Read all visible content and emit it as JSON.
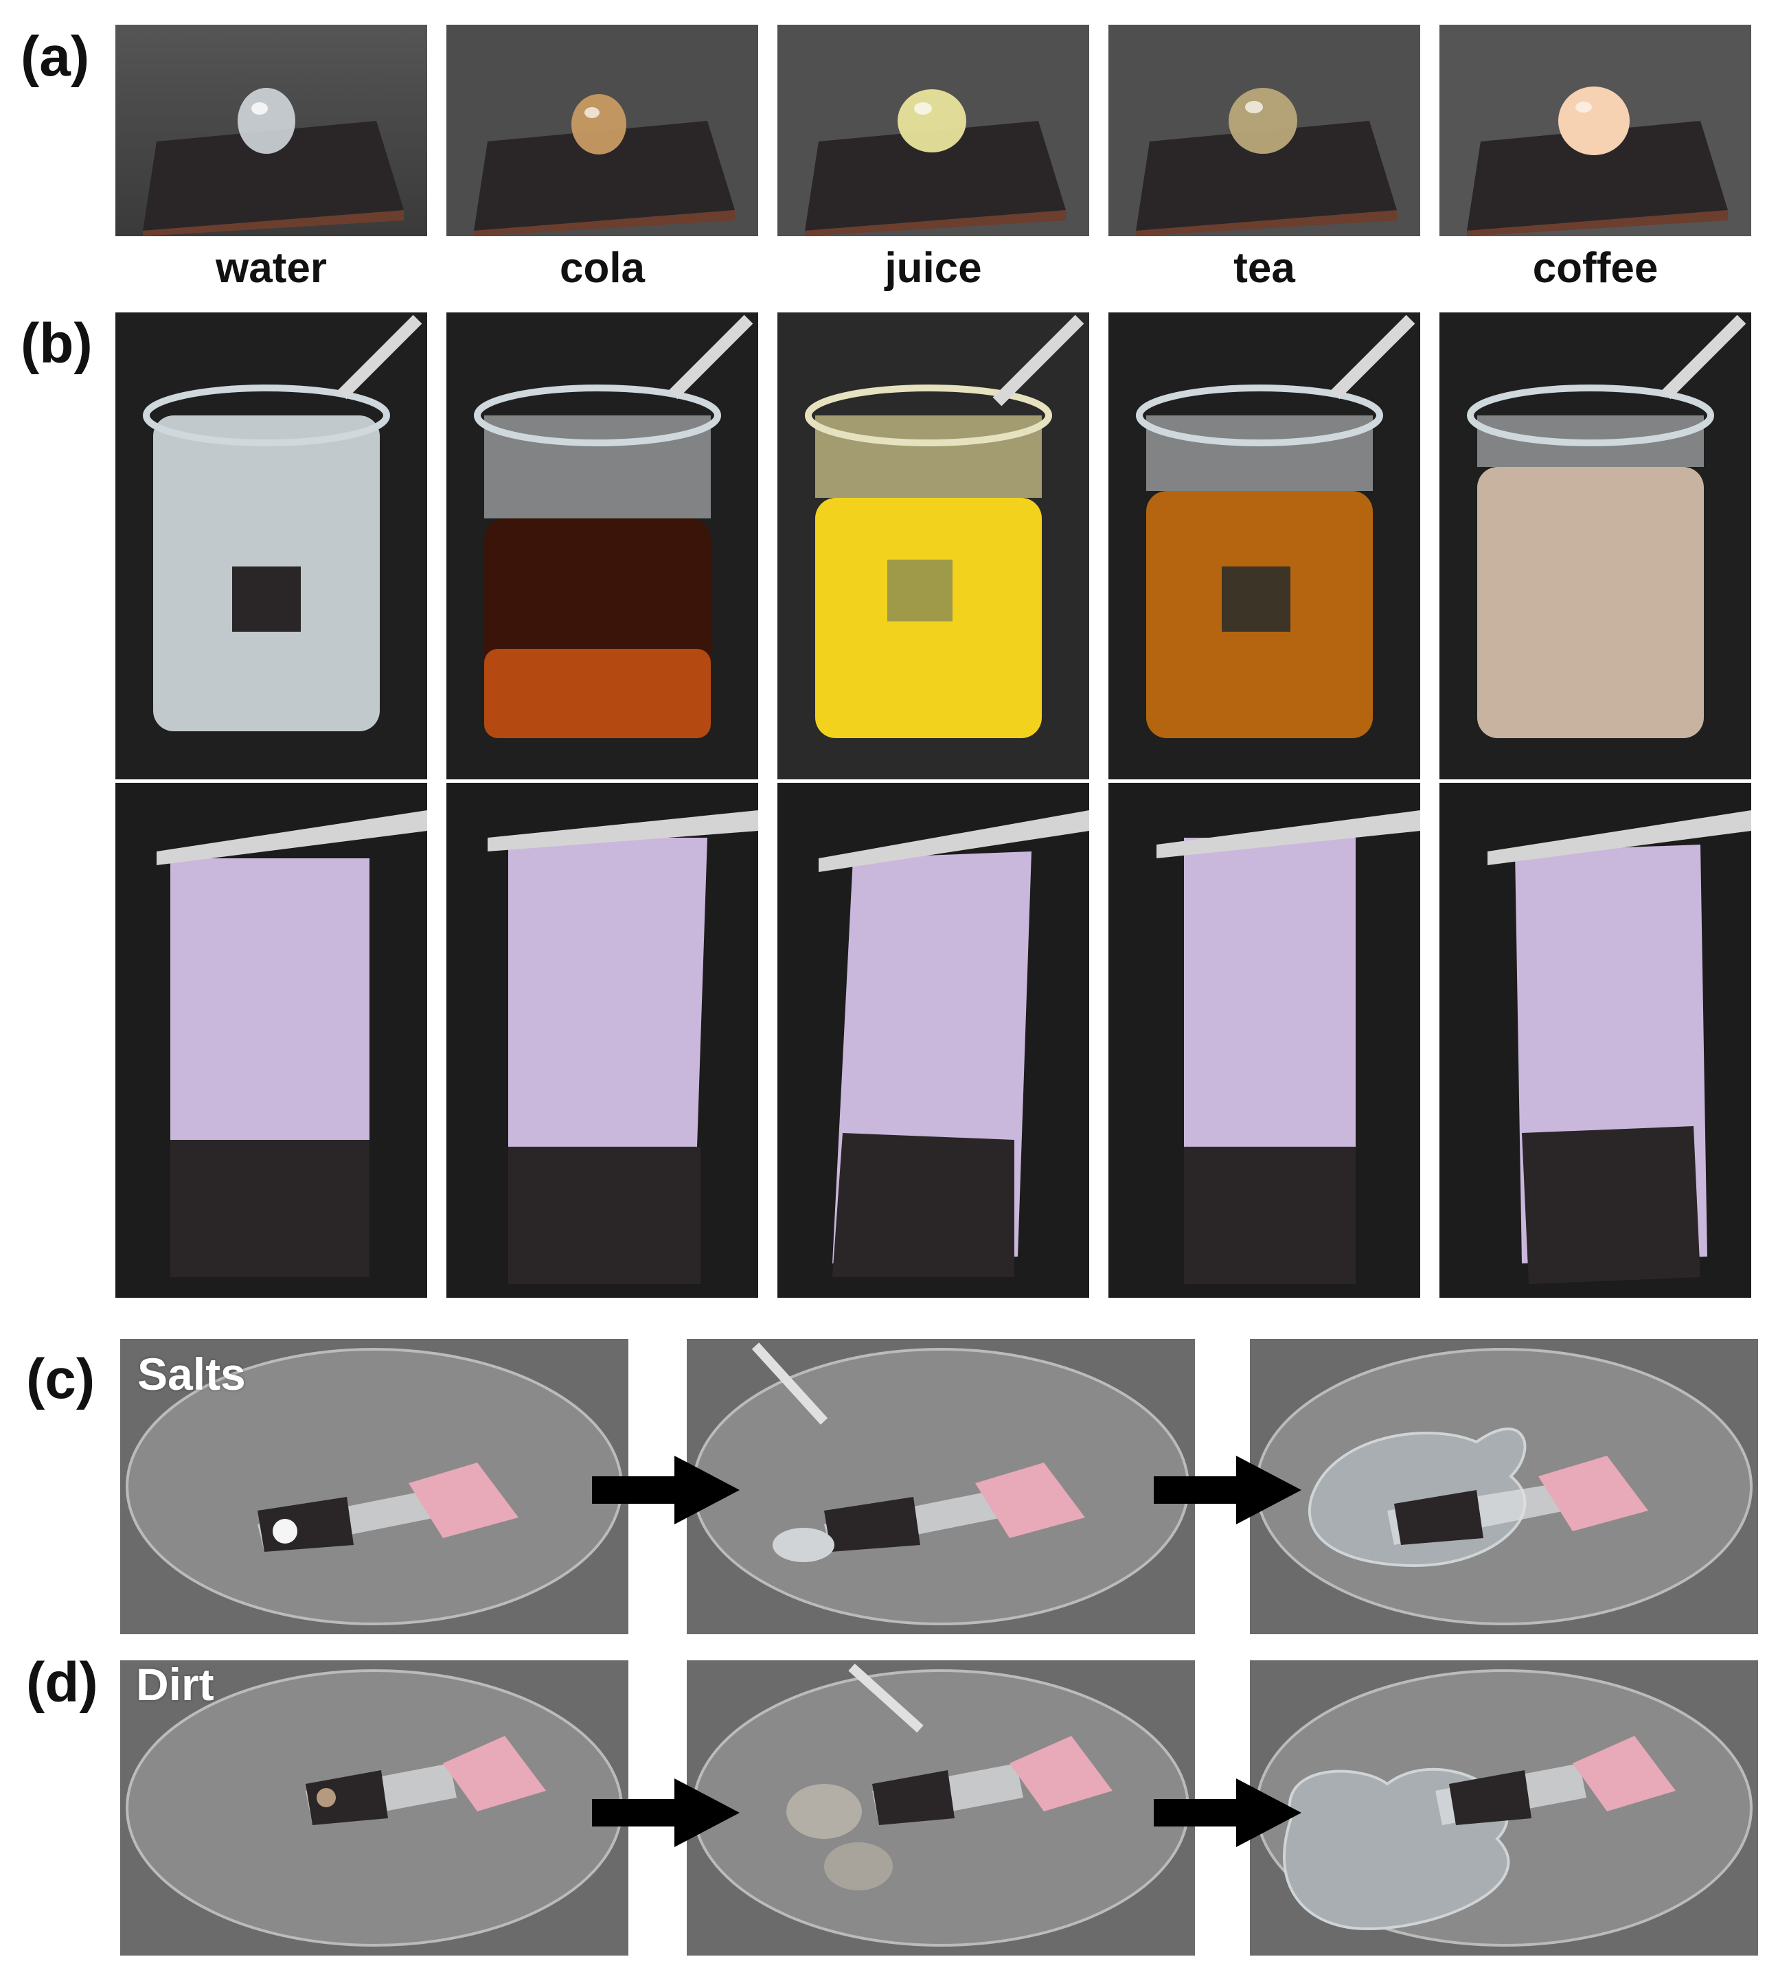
{
  "panels": {
    "a": {
      "label": "(a)"
    },
    "b": {
      "label": "(b)"
    },
    "c": {
      "label": "(c)",
      "overlay": "Salts"
    },
    "d": {
      "label": "(d)",
      "overlay": "Dirt"
    }
  },
  "liquids": [
    {
      "name": "water",
      "droplet_color": "#cfd6d9",
      "liquid_color": "#dfe8ec"
    },
    {
      "name": "cola",
      "droplet_color": "#c79a62",
      "liquid_color": "#3a1408"
    },
    {
      "name": "juice",
      "droplet_color": "#e8e39a",
      "liquid_color": "#f2d21c"
    },
    {
      "name": "tea",
      "droplet_color": "#b9a878",
      "liquid_color": "#b5650f"
    },
    {
      "name": "coffee",
      "droplet_color": "#f6d1b2",
      "liquid_color": "#c8b3a1"
    }
  ],
  "colors": {
    "foam": "#2a2628",
    "strip": "#c9b8dc",
    "clip": "#e8a9b8",
    "arrow": "#000000"
  }
}
